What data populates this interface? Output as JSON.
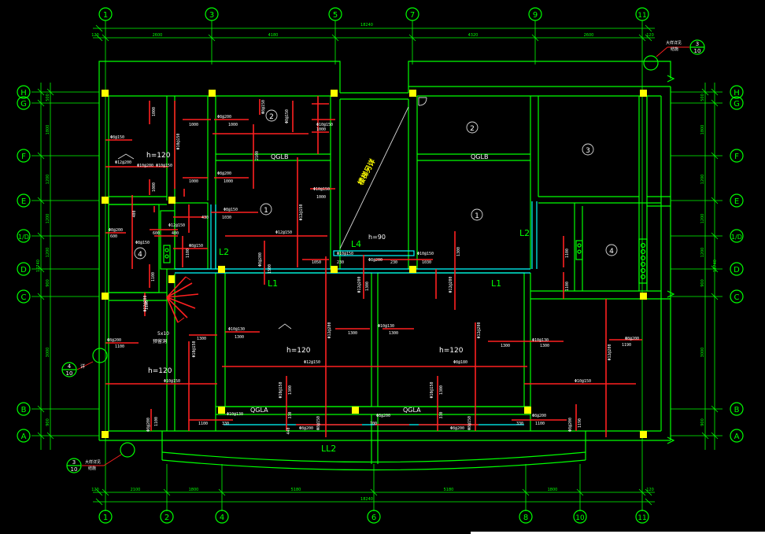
{
  "colors": {
    "background": "#000000",
    "wall": "#00ff00",
    "rebar": "#ff2020",
    "beam": "#00ffff",
    "column": "#ffff00",
    "text": "#ffffff"
  },
  "axes": {
    "top": [
      "1",
      "3",
      "5",
      "7",
      "9",
      "11"
    ],
    "bottom": [
      "1",
      "2",
      "4",
      "6",
      "8",
      "10",
      "11"
    ],
    "left": [
      "H",
      "G",
      "F",
      "E",
      "1/D",
      "D",
      "C",
      "B",
      "A"
    ],
    "right": [
      "H",
      "G",
      "F",
      "E",
      "1/D",
      "D",
      "C",
      "B",
      "A"
    ]
  },
  "dimensions": {
    "top_total": "18240",
    "top": [
      "120",
      "2600",
      "4180",
      "4320",
      "2600",
      "120"
    ],
    "bottom_total": "18240",
    "bottom": [
      "120",
      "2100",
      "1800",
      "5180",
      "5180",
      "1800",
      "120"
    ],
    "left_total": "12740",
    "left": [
      "500",
      "1800",
      "1200",
      "1200",
      "1200",
      "900",
      "3000",
      "900"
    ],
    "right_total": "12740",
    "right": [
      "500",
      "1800",
      "1200",
      "1200",
      "1200",
      "900",
      "3000",
      "900"
    ]
  },
  "labels": {
    "beam_L1": "L1",
    "beam_L2": "L2",
    "beam_L4": "L4",
    "beam_LL2": "LL2",
    "beam_QGLA": "QGLA",
    "beam_QGLB": "QGLB",
    "slab_h120": "h=120",
    "slab_h90": "h=90",
    "stair_text": "楼梯另详",
    "stair_hole": "预留洞",
    "note_a": "3",
    "note_b": "10",
    "note_c": "4",
    "note_d": "10",
    "side_note": "详",
    "detail_label": "大样详见",
    "detail_label2": "结施"
  },
  "rooms": [
    "1",
    "2",
    "3",
    "4",
    "1",
    "2",
    "4"
  ],
  "rebar_texts": {
    "d1000": "1000",
    "d1030": "1030",
    "d1050": "1050",
    "d1100": "1100",
    "d1300": "1300",
    "d1190": "1190",
    "d700": "700",
    "d330": "330",
    "d230": "230",
    "d430": "430",
    "d600": "600",
    "d400": "400",
    "d2100": "2100",
    "d1500": "1500",
    "s8_150": "Φ8@150",
    "s8_200": "Φ8@200",
    "s10_150": "Φ10@150",
    "s10_200": "Φ10@200",
    "s10_130": "Φ10@130",
    "s12_150": "Φ12@150",
    "s12_200": "Φ12@200",
    "s8_180": "Φ8@180"
  }
}
